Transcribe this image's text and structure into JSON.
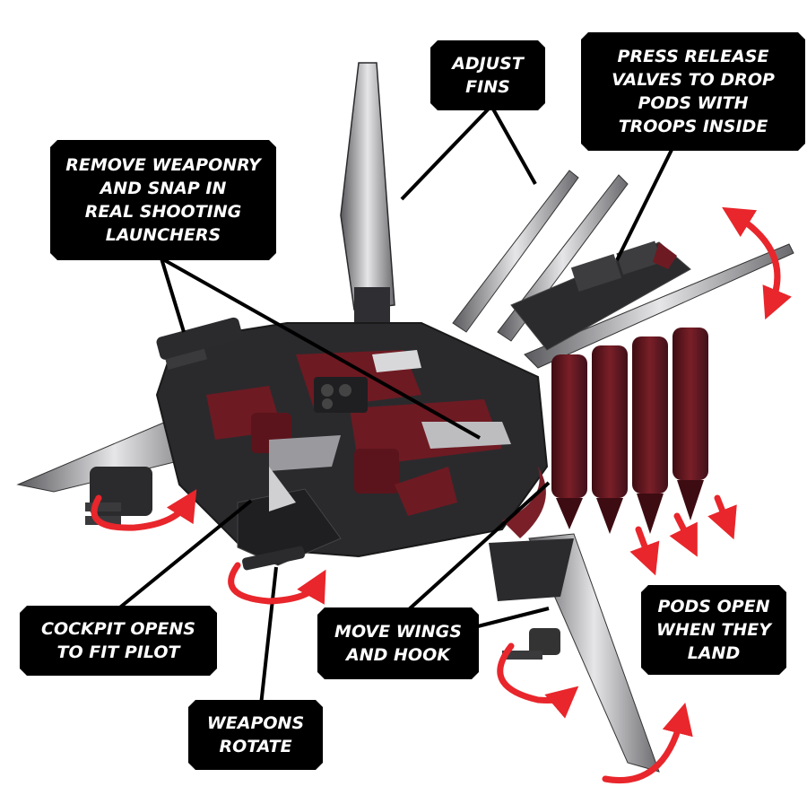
{
  "callouts": {
    "adjust_fins": "ADJUST\nFINS",
    "release_valves": "PRESS RELEASE\nVALVES TO DROP\nPODS WITH\nTROOPS INSIDE",
    "weaponry": "REMOVE WEAPONRY\nAND SNAP IN\nREAL SHOOTING\nLAUNCHERS",
    "cockpit": "COCKPIT OPENS\nTO FIT PILOT",
    "weapons_rotate": "WEAPONS\nROTATE",
    "move_wings": "MOVE WINGS\nAND HOOK",
    "pods_open": "PODS OPEN\nWHEN THEY\nLAND"
  },
  "colors": {
    "label_bg": "#000000",
    "label_text": "#ffffff",
    "arrow": "#e8262b",
    "hull_dark": "#2a2a2d",
    "hull_red": "#6e1a22",
    "blade_silver": "#c9c9cc"
  }
}
